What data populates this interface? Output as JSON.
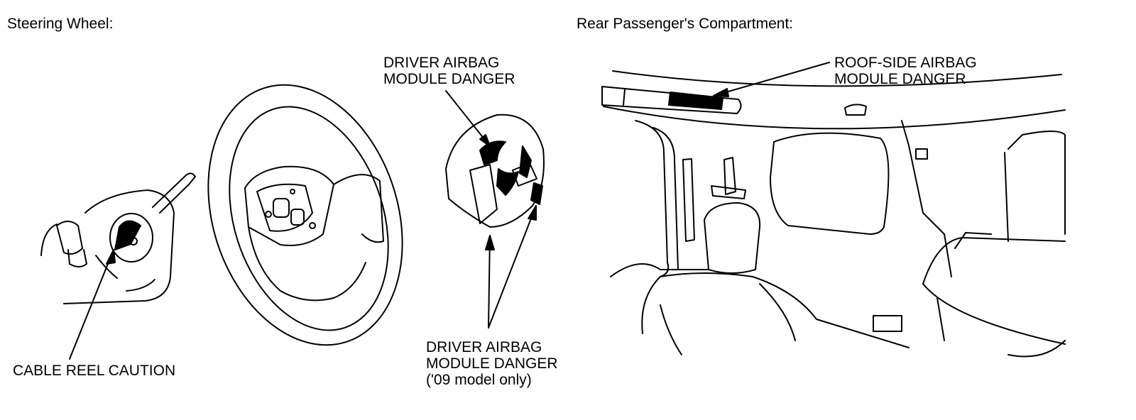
{
  "steering": {
    "heading": "Steering Wheel:",
    "driver_top_label": [
      "DRIVER AIRBAG",
      "MODULE DANGER"
    ],
    "driver_bottom_label": [
      "DRIVER AIRBAG",
      "MODULE DANGER",
      "('09 model only)"
    ],
    "cable_reel_label": "CABLE REEL CAUTION"
  },
  "rear": {
    "heading": "Rear Passenger's Compartment:",
    "roof_label": [
      "ROOF-SIDE AIRBAG",
      "MODULE DANGER"
    ]
  }
}
